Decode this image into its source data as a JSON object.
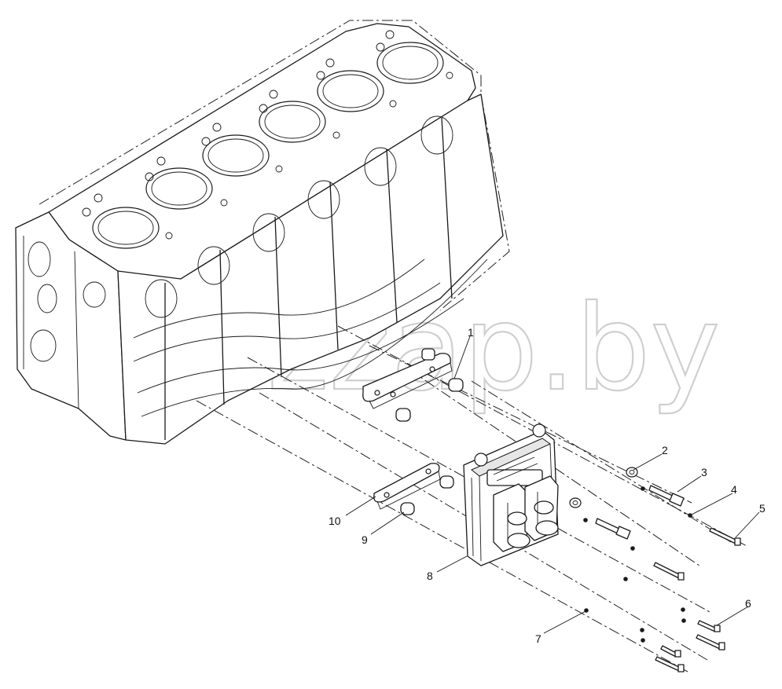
{
  "watermark": "zzap.by",
  "callouts": [
    {
      "id": "1",
      "label": "1"
    },
    {
      "id": "2",
      "label": "2"
    },
    {
      "id": "3",
      "label": "3"
    },
    {
      "id": "4",
      "label": "4"
    },
    {
      "id": "5",
      "label": "5"
    },
    {
      "id": "6",
      "label": "6"
    },
    {
      "id": "7",
      "label": "7"
    },
    {
      "id": "8",
      "label": "8"
    },
    {
      "id": "9",
      "label": "9"
    },
    {
      "id": "10",
      "label": "10"
    }
  ]
}
